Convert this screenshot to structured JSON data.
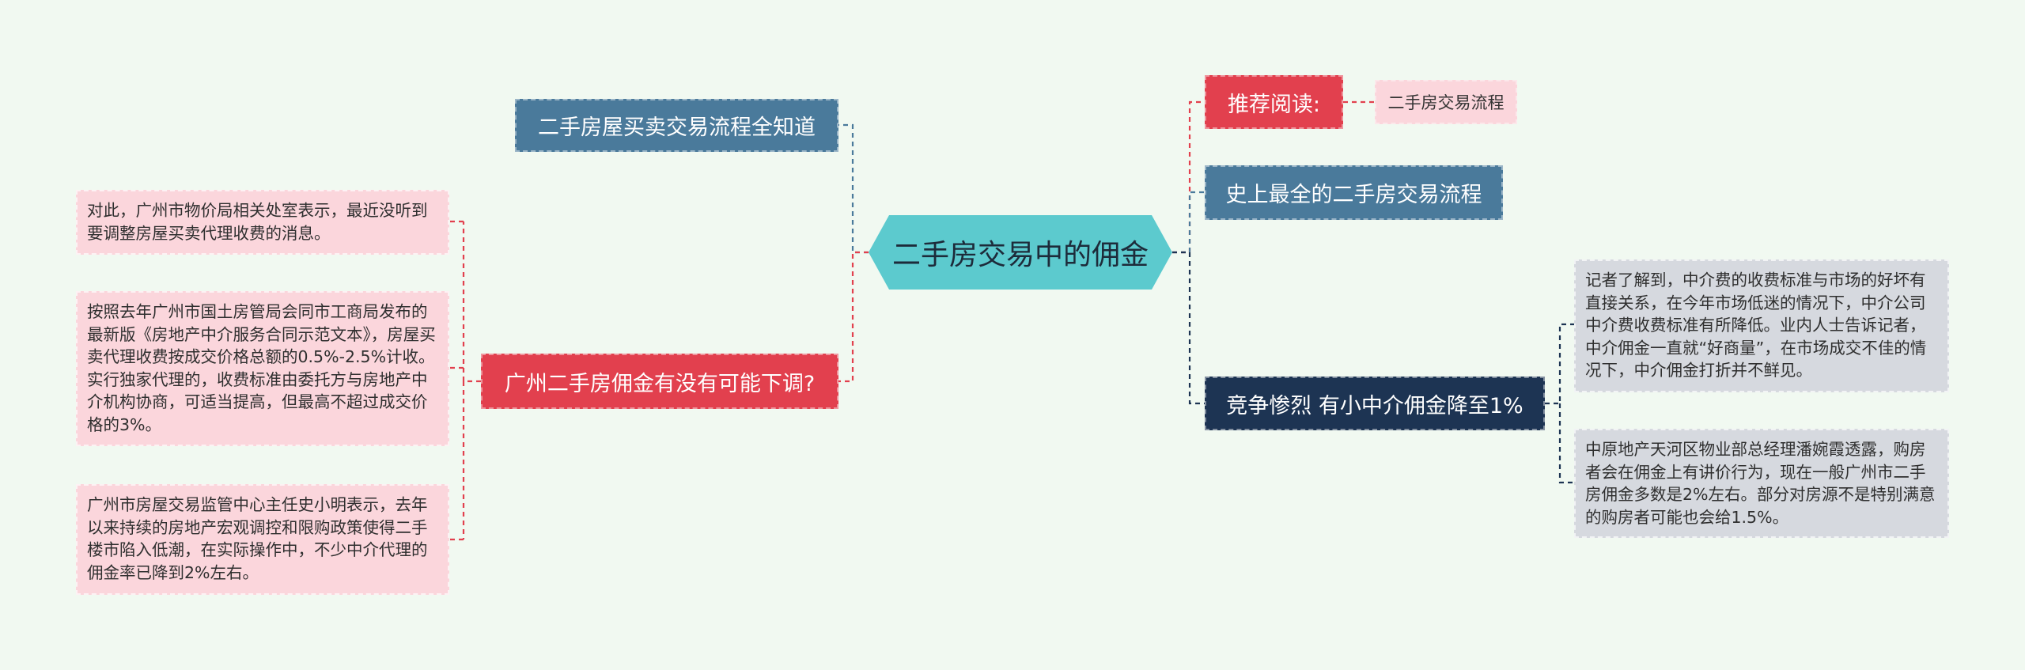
{
  "mindmap": {
    "center": "二手房交易中的佣金",
    "left": {
      "topic_flow": "二手房屋买卖交易流程全知道",
      "topic_question": "广州二手房佣金有没有可能下调?",
      "question_leaves": [
        "对此，广州市物价局相关处室表示，最近没听到要调整房屋买卖代理收费的消息。",
        "按照去年广州市国土房管局会同市工商局发布的最新版《房地产中介服务合同示范文本》，房屋买卖代理收费按成交价格总额的0.5%-2.5%计收。实行独家代理的，收费标准由委托方与房地产中介机构协商，可适当提高，但最高不超过成交价格的3%。",
        "广州市房屋交易监管中心主任史小明表示，去年以来持续的房地产宏观调控和限购政策使得二手楼市陷入低潮，在实际操作中，不少中介代理的佣金率已降到2%左右。"
      ]
    },
    "right": {
      "recommend_label": "推荐阅读:",
      "recommend_link": "二手房交易流程",
      "topic_full_flow": "史上最全的二手房交易流程",
      "topic_competition": "竞争惨烈 有小中介佣金降至1%",
      "competition_leaves": [
        "记者了解到，中介费的收费标准与市场的好坏有直接关系，在今年市场低迷的情况下，中介公司中介费收费标准有所降低。业内人士告诉记者，中介佣金一直就“好商量”，在市场成交不佳的情况下，中介佣金打折并不鲜见。",
        "中原地产天河区物业部总经理潘婉霞透露，购房者会在佣金上有讲价行为，现在一般广州市二手房佣金多数是2%左右。部分对房源不是特别满意的购房者可能也会给1.5%。"
      ]
    }
  },
  "colors": {
    "background": "#f1f9f1",
    "center": "#5ccace",
    "blue": "#4a7a9b",
    "red": "#e2404e",
    "navy": "#1d3453",
    "pink": "#fbd6dc",
    "gray": "#d6d9df",
    "link_red": "#e2404e",
    "link_blue": "#4a7a9b",
    "link_navy": "#1d3453"
  }
}
